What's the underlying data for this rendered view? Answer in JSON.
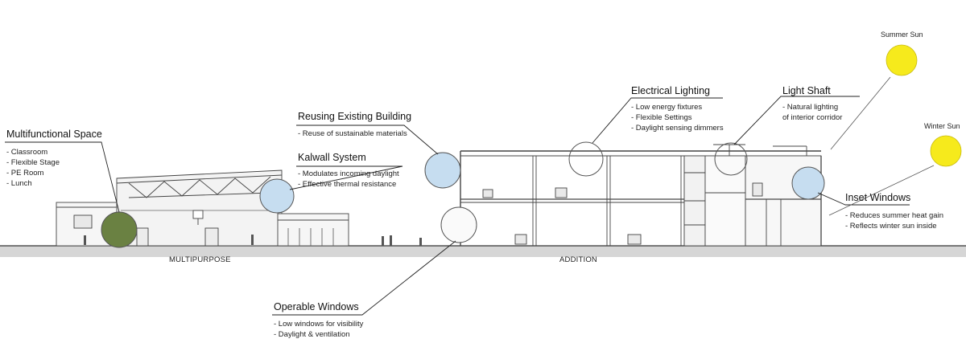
{
  "annotations": {
    "multifunctional": {
      "title": "Multifunctional Space",
      "items": [
        "- Classroom",
        "- Flexible Stage",
        "- PE Room",
        "- Lunch"
      ]
    },
    "reusing": {
      "title": "Reusing Existing Building",
      "items": [
        "- Reuse of sustainable materials"
      ]
    },
    "kalwall": {
      "title": "Kalwall System",
      "items": [
        "- Modulates incoming daylight",
        "- Effective thermal resistance"
      ]
    },
    "electrical": {
      "title": "Electrical Lighting",
      "items": [
        "- Low energy fixtures",
        "- Flexible Settings",
        "- Daylight sensing dimmers"
      ]
    },
    "lightshaft": {
      "title": "Light Shaft",
      "items": [
        "- Natural lighting",
        "of interior corridor"
      ]
    },
    "inset": {
      "title": "Inset Windows",
      "items": [
        "- Reduces summer heat gain",
        "- Reflects winter sun inside"
      ]
    },
    "operable": {
      "title": "Operable Windows",
      "items": [
        "- Low windows for visibility",
        "- Daylight & ventilation"
      ]
    }
  },
  "sections": {
    "left": "MULTIPURPOSE",
    "right": "ADDITION"
  },
  "suns": {
    "summer": "Summer Sun",
    "winter": "Winter Sun",
    "sun_color": "#f6ea1c"
  },
  "colors": {
    "detail_blue": "#c7dff2",
    "detail_green": "#5f7a3a",
    "ground": "#d9d9d9",
    "line": "#333333"
  }
}
